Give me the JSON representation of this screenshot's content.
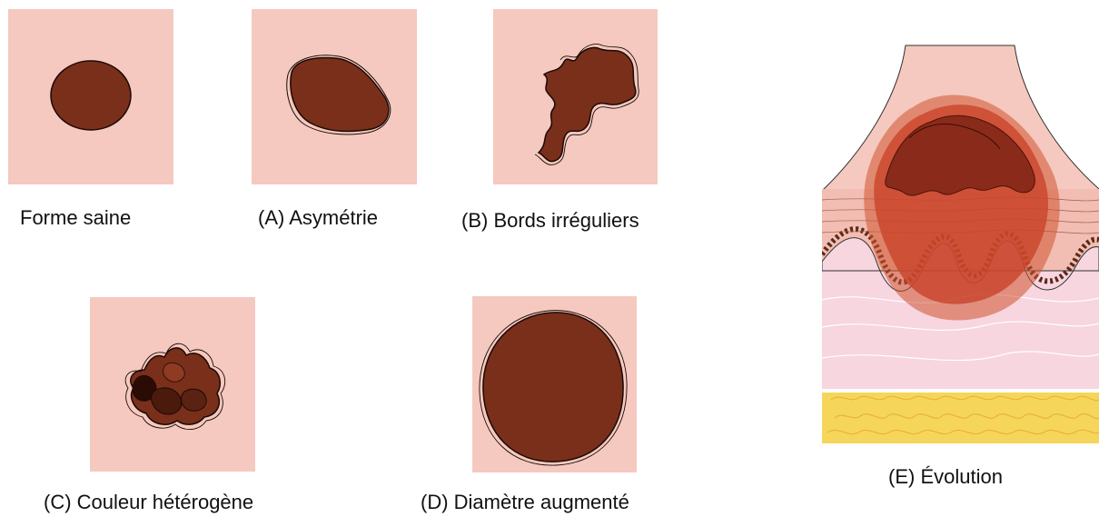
{
  "colors": {
    "skin": "#f5c9bf",
    "mole": "#7a2f1a",
    "mole_dark": "#3a1208",
    "outline": "#1a0a05",
    "dermis": "#f7d6e0",
    "fat": "#f6d65a"
  },
  "panels": {
    "healthy": {
      "caption": "Forme saine"
    },
    "asymmetry": {
      "caption": "(A) Asymétrie"
    },
    "borders": {
      "caption": "(B) Bords irréguliers"
    },
    "color": {
      "caption": "(C) Couleur hétérogène"
    },
    "diameter": {
      "caption": "(D) Diamètre augmenté"
    },
    "evolution": {
      "caption": "(E) Évolution"
    }
  }
}
